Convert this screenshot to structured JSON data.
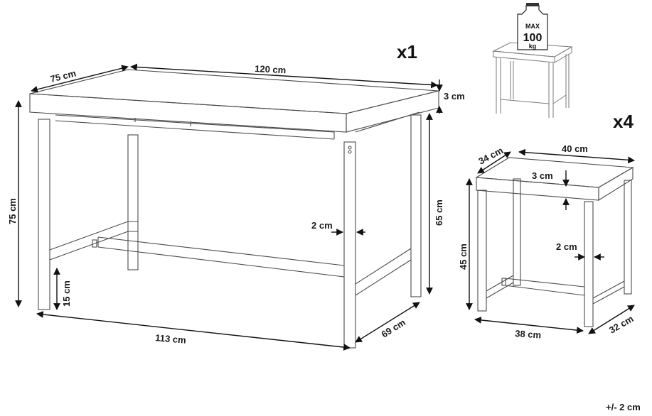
{
  "table": {
    "quantity": "x1",
    "dimensions": {
      "width_top": "120 cm",
      "depth_top": "75 cm",
      "top_thickness": "3 cm",
      "overall_height": "75 cm",
      "leg_height": "65 cm",
      "leg_thickness": "2 cm",
      "stretcher_height": "15 cm",
      "base_width": "113 cm",
      "base_depth": "69 cm"
    }
  },
  "stool": {
    "quantity": "x4",
    "max_load": {
      "label": "MAX",
      "value": "100",
      "unit": "kg"
    },
    "dimensions": {
      "width_top": "40 cm",
      "depth_top": "34 cm",
      "top_thickness": "3 cm",
      "height": "45 cm",
      "leg_thickness": "2 cm",
      "base_width": "38 cm",
      "base_depth": "32 cm"
    }
  },
  "tolerance": "+/- 2 cm"
}
